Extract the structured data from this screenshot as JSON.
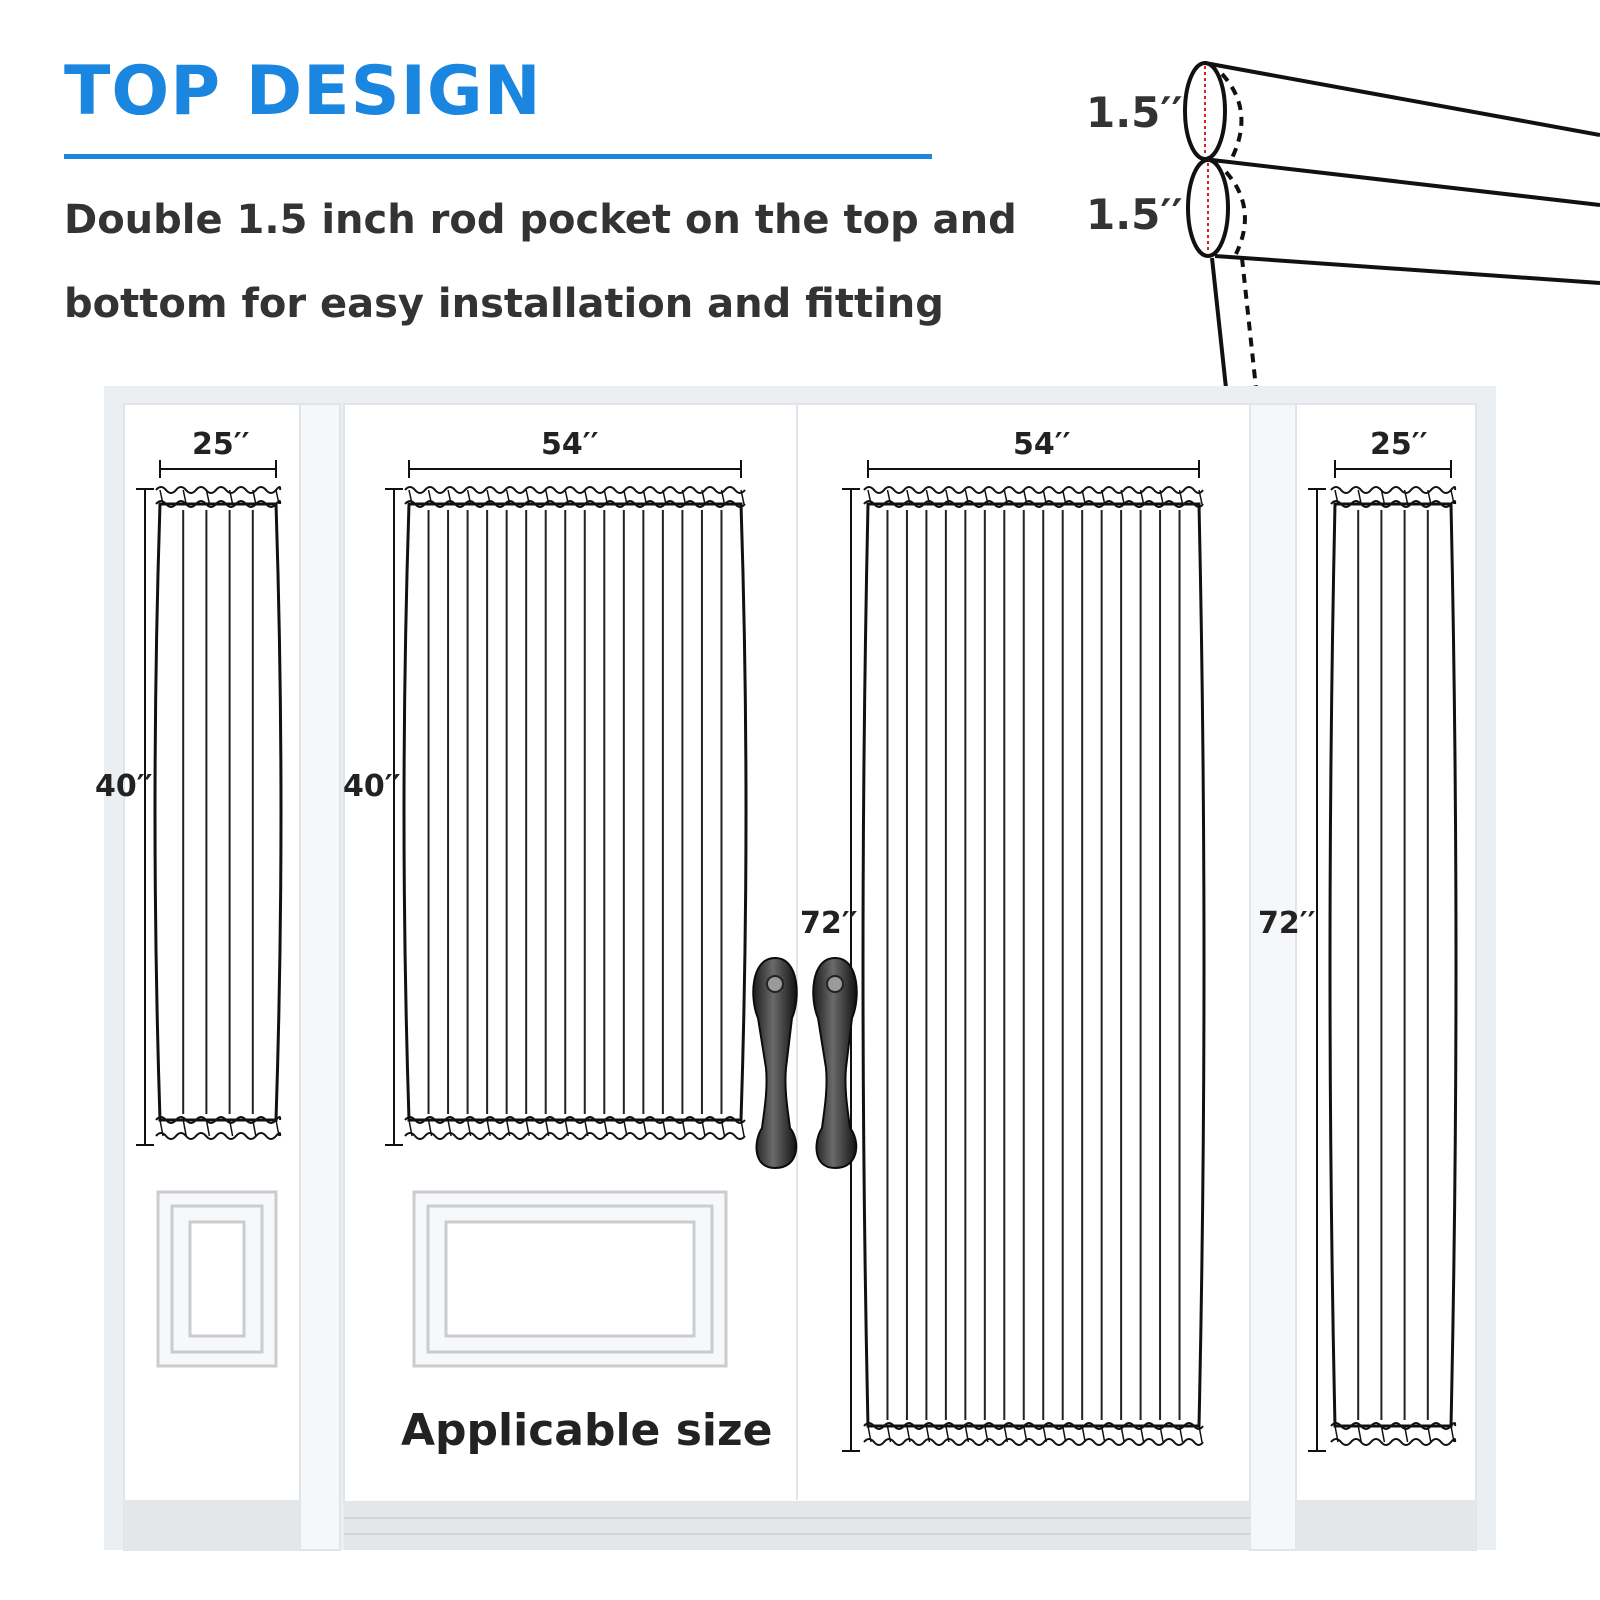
{
  "header": {
    "title": "TOP DESIGN",
    "description_line1": "Double 1.5 inch rod pocket on the top and",
    "description_line2": "bottom for easy installation and fitting"
  },
  "rod_pocket": {
    "top_label": "1.5′′",
    "bottom_label": "1.5′′"
  },
  "panels": [
    {
      "width_label": "25′′",
      "height_label": "40′′"
    },
    {
      "width_label": "54′′",
      "height_label": "40′′"
    },
    {
      "width_label": "54′′",
      "height_label": "72′′"
    },
    {
      "width_label": "25′′",
      "height_label": "72′′"
    }
  ],
  "caption": "Applicable size",
  "colors": {
    "accent": "#1a86e0",
    "text": "#333333",
    "door": "#ffffff",
    "frame": "#eceff2"
  },
  "icons": [
    "door-handle-icon",
    "door-handle-icon"
  ]
}
